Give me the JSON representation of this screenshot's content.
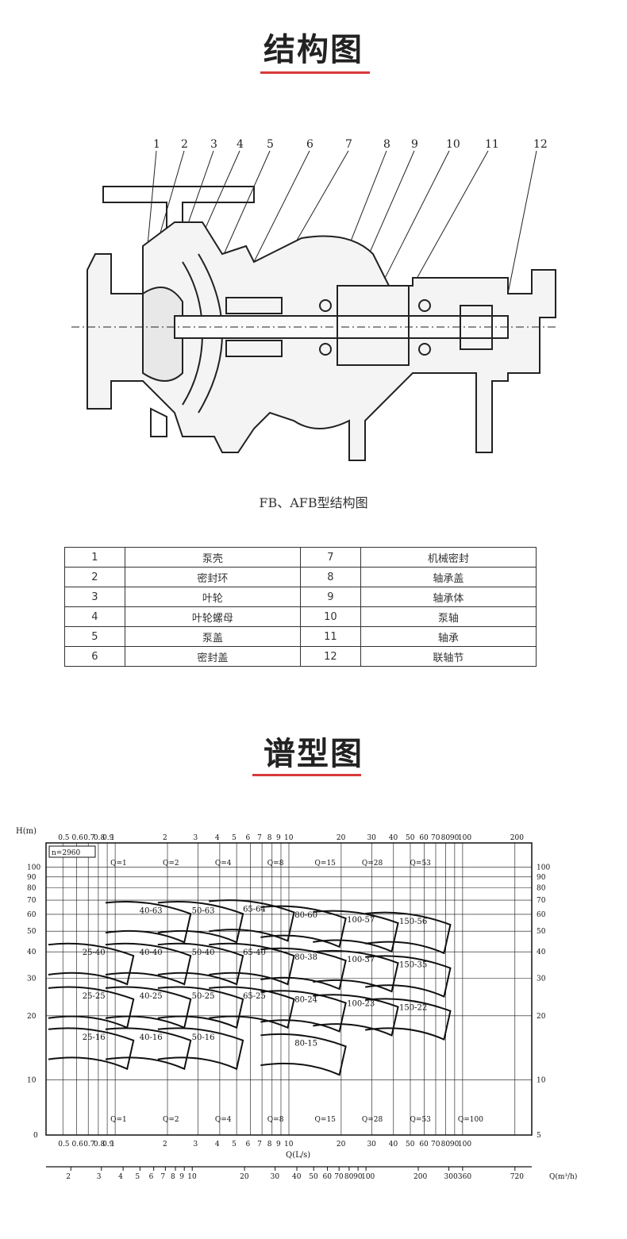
{
  "section1": {
    "title": "结构图"
  },
  "drawing": {
    "callouts": [
      "1",
      "2",
      "3",
      "4",
      "5",
      "6",
      "7",
      "8",
      "9",
      "10",
      "11",
      "12"
    ],
    "caption": "FB、AFB型结构图"
  },
  "parts": [
    {
      "left_num": "1",
      "left_name": "泵壳",
      "right_num": "7",
      "right_name": "机械密封"
    },
    {
      "left_num": "2",
      "left_name": "密封环",
      "right_num": "8",
      "right_name": "轴承盖"
    },
    {
      "left_num": "3",
      "left_name": "叶轮",
      "right_num": "9",
      "right_name": "轴承体"
    },
    {
      "left_num": "4",
      "left_name": "叶轮螺母",
      "right_num": "10",
      "right_name": "泵轴"
    },
    {
      "left_num": "5",
      "left_name": "泵盖",
      "right_num": "11",
      "right_name": "轴承"
    },
    {
      "left_num": "6",
      "left_name": "密封盖",
      "right_num": "12",
      "right_name": "联轴节"
    }
  ],
  "section2": {
    "title": "谱型图"
  },
  "spectrum": {
    "y_axis_label": "H(m)",
    "speed": "n=2960",
    "top_scale": [
      "0.5",
      "0.6",
      "0.7",
      "0.8",
      "0.9",
      "1",
      "2",
      "3",
      "4",
      "5",
      "6",
      "7",
      "8",
      "9",
      "10",
      "20",
      "30",
      "40",
      "50",
      "60",
      "70",
      "80",
      "90",
      "100",
      "200"
    ],
    "bottom_scale": [
      "0.5",
      "0.6",
      "0.7",
      "0.8",
      "0.9",
      "1",
      "2",
      "3",
      "4",
      "5",
      "6",
      "7",
      "8",
      "9",
      "10",
      "20",
      "30",
      "40",
      "50",
      "60",
      "70",
      "80",
      "90",
      "100"
    ],
    "x_label": "Q(L/s)",
    "m3h_scale": [
      "2",
      "3",
      "4",
      "5",
      "6",
      "7",
      "8",
      "9",
      "10",
      "20",
      "30",
      "40",
      "50",
      "60",
      "70",
      "80",
      "90",
      "100",
      "200",
      "300",
      "360",
      "720"
    ],
    "m3h_label": "Q(m³/h)",
    "left_h": [
      "100",
      "90",
      "80",
      "70",
      "60",
      "50",
      "40",
      "30",
      "20",
      "10",
      "0"
    ],
    "right_h": [
      "100",
      "90",
      "80",
      "70",
      "60",
      "50",
      "40",
      "30",
      "20",
      "10",
      "5"
    ],
    "q_top": [
      "Q=1",
      "Q=2",
      "Q=4",
      "Q=8",
      "Q=15",
      "Q=28",
      "Q=53"
    ],
    "q_bottom": [
      "Q=1",
      "Q=2",
      "Q=4",
      "Q=8",
      "Q=15",
      "Q=28",
      "Q=53",
      "Q=100"
    ],
    "models": [
      "25-40",
      "25-25",
      "25-16",
      "40-63",
      "40-40",
      "40-25",
      "40-16",
      "50-63",
      "50-40",
      "50-25",
      "50-16",
      "65-64",
      "65-40",
      "65-25",
      "80-60",
      "80-38",
      "80-24",
      "80-15",
      "100-57",
      "100-37",
      "100-23",
      "150-56",
      "150-35",
      "150-22"
    ]
  }
}
